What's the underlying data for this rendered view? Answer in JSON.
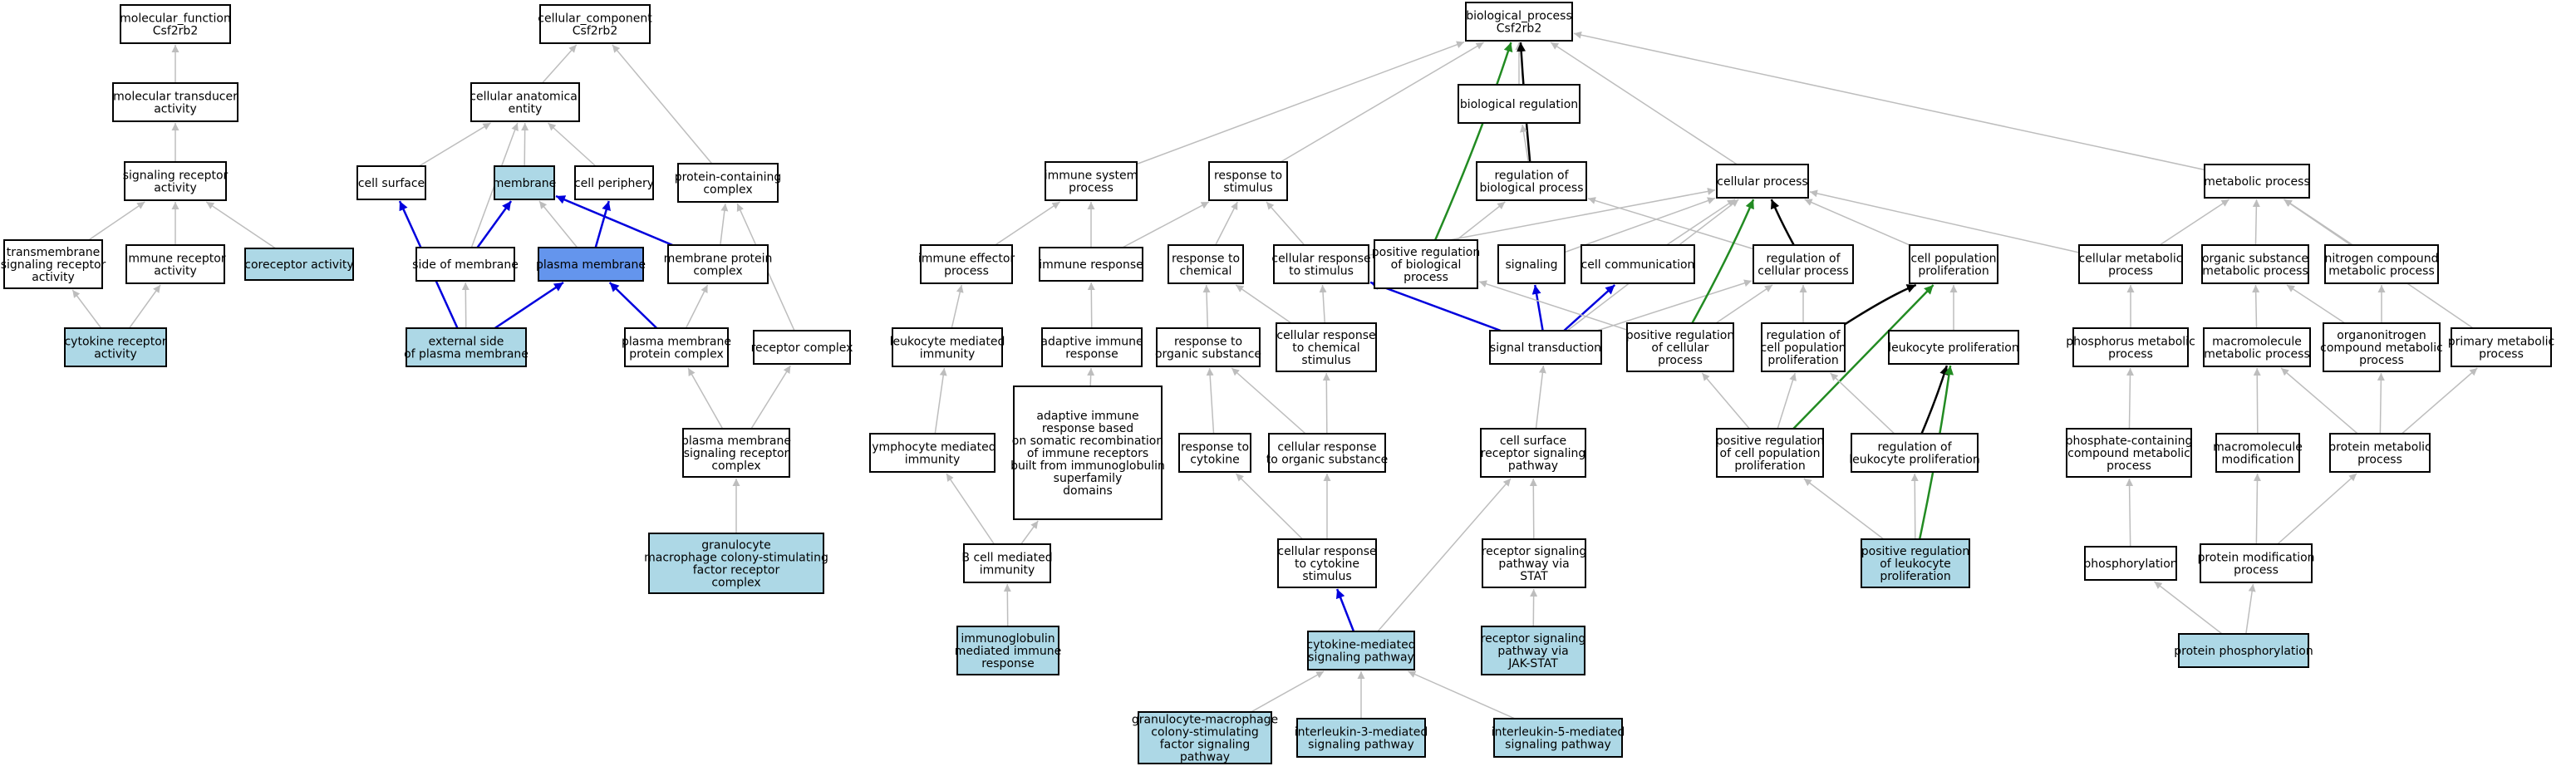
{
  "colors": {
    "plain": "#ffffff",
    "highlight": "#add8e6",
    "selected": "#6495ed",
    "edge_gray": "#bdbdbd",
    "edge_black": "#000000",
    "edge_blue": "#0000dd",
    "edge_green": "#228b22"
  },
  "nodes": [
    {
      "id": "mf",
      "lines": [
        "molecular_function",
        "Csf2rb2"
      ],
      "fill": "plain"
    },
    {
      "id": "mta",
      "lines": [
        "molecular transducer",
        "activity"
      ],
      "fill": "plain"
    },
    {
      "id": "sra",
      "lines": [
        "signaling receptor",
        "activity"
      ],
      "fill": "plain"
    },
    {
      "id": "tsra",
      "lines": [
        "transmembrane",
        "signaling receptor",
        "activity"
      ],
      "fill": "plain"
    },
    {
      "id": "ira",
      "lines": [
        "immune receptor",
        "activity"
      ],
      "fill": "plain"
    },
    {
      "id": "cora",
      "lines": [
        "coreceptor activity"
      ],
      "fill": "highlight"
    },
    {
      "id": "cyra",
      "lines": [
        "cytokine receptor",
        "activity"
      ],
      "fill": "highlight"
    },
    {
      "id": "cc",
      "lines": [
        "cellular_component",
        "Csf2rb2"
      ],
      "fill": "plain"
    },
    {
      "id": "cae",
      "lines": [
        "cellular anatomical",
        "entity"
      ],
      "fill": "plain"
    },
    {
      "id": "csurf",
      "lines": [
        "cell surface"
      ],
      "fill": "plain"
    },
    {
      "id": "memb",
      "lines": [
        "membrane"
      ],
      "fill": "highlight"
    },
    {
      "id": "cper",
      "lines": [
        "cell periphery"
      ],
      "fill": "plain"
    },
    {
      "id": "pcc",
      "lines": [
        "protein-containing",
        "complex"
      ],
      "fill": "plain"
    },
    {
      "id": "som",
      "lines": [
        "side of membrane"
      ],
      "fill": "plain"
    },
    {
      "id": "pm",
      "lines": [
        "plasma membrane"
      ],
      "fill": "selected"
    },
    {
      "id": "mpc",
      "lines": [
        "membrane protein",
        "complex"
      ],
      "fill": "plain"
    },
    {
      "id": "espm",
      "lines": [
        "external side",
        "of plasma membrane"
      ],
      "fill": "highlight"
    },
    {
      "id": "pmpc",
      "lines": [
        "plasma membrane",
        "protein complex"
      ],
      "fill": "plain"
    },
    {
      "id": "rc",
      "lines": [
        "receptor complex"
      ],
      "fill": "plain"
    },
    {
      "id": "pmsrc",
      "lines": [
        "plasma membrane",
        "signaling receptor",
        "complex"
      ],
      "fill": "plain"
    },
    {
      "id": "gmcsf",
      "lines": [
        "granulocyte",
        "macrophage colony-stimulating",
        "factor receptor",
        "complex"
      ],
      "fill": "highlight"
    },
    {
      "id": "bp",
      "lines": [
        "biological_process",
        "Csf2rb2"
      ],
      "fill": "plain"
    },
    {
      "id": "breg",
      "lines": [
        "biological regulation"
      ],
      "fill": "plain"
    },
    {
      "id": "isp",
      "lines": [
        "immune system",
        "process"
      ],
      "fill": "plain"
    },
    {
      "id": "rts",
      "lines": [
        "response to",
        "stimulus"
      ],
      "fill": "plain"
    },
    {
      "id": "rbp",
      "lines": [
        "regulation of",
        "biological process"
      ],
      "fill": "plain"
    },
    {
      "id": "cp",
      "lines": [
        "cellular process"
      ],
      "fill": "plain"
    },
    {
      "id": "mp",
      "lines": [
        "metabolic process"
      ],
      "fill": "plain"
    },
    {
      "id": "iep",
      "lines": [
        "immune effector",
        "process"
      ],
      "fill": "plain"
    },
    {
      "id": "ir",
      "lines": [
        "immune response"
      ],
      "fill": "plain"
    },
    {
      "id": "rtc",
      "lines": [
        "response to",
        "chemical"
      ],
      "fill": "plain"
    },
    {
      "id": "crs",
      "lines": [
        "cellular response",
        "to stimulus"
      ],
      "fill": "plain"
    },
    {
      "id": "prbp",
      "lines": [
        "positive regulation",
        "of biological",
        "process"
      ],
      "fill": "plain"
    },
    {
      "id": "sig",
      "lines": [
        "signaling"
      ],
      "fill": "plain"
    },
    {
      "id": "ccom",
      "lines": [
        "cell communication"
      ],
      "fill": "plain"
    },
    {
      "id": "rcp",
      "lines": [
        "regulation of",
        "cellular process"
      ],
      "fill": "plain"
    },
    {
      "id": "cpp",
      "lines": [
        "cell population",
        "proliferation"
      ],
      "fill": "plain"
    },
    {
      "id": "cmp",
      "lines": [
        "cellular metabolic",
        "process"
      ],
      "fill": "plain"
    },
    {
      "id": "osmp",
      "lines": [
        "organic substance",
        "metabolic process"
      ],
      "fill": "plain"
    },
    {
      "id": "ncmp",
      "lines": [
        "nitrogen compound",
        "metabolic process"
      ],
      "fill": "plain"
    },
    {
      "id": "lmi",
      "lines": [
        "leukocyte mediated",
        "immunity"
      ],
      "fill": "plain"
    },
    {
      "id": "air",
      "lines": [
        "adaptive immune",
        "response"
      ],
      "fill": "plain"
    },
    {
      "id": "rtos",
      "lines": [
        "response to",
        "organic substance"
      ],
      "fill": "plain"
    },
    {
      "id": "crcs",
      "lines": [
        "cellular response",
        "to chemical",
        "stimulus"
      ],
      "fill": "plain"
    },
    {
      "id": "st",
      "lines": [
        "signal transduction"
      ],
      "fill": "plain"
    },
    {
      "id": "prcp",
      "lines": [
        "positive regulation",
        "of cellular",
        "process"
      ],
      "fill": "plain"
    },
    {
      "id": "rcpp",
      "lines": [
        "regulation of",
        "cell population",
        "proliferation"
      ],
      "fill": "plain"
    },
    {
      "id": "lp",
      "lines": [
        "leukocyte proliferation"
      ],
      "fill": "plain"
    },
    {
      "id": "phmp",
      "lines": [
        "phosphorus metabolic",
        "process"
      ],
      "fill": "plain"
    },
    {
      "id": "mmp",
      "lines": [
        "macromolecule",
        "metabolic process"
      ],
      "fill": "plain"
    },
    {
      "id": "ocmp",
      "lines": [
        "organonitrogen",
        "compound metabolic",
        "process"
      ],
      "fill": "plain"
    },
    {
      "id": "pmp",
      "lines": [
        "primary metabolic",
        "process"
      ],
      "fill": "plain"
    },
    {
      "id": "airsr",
      "lines": [
        "adaptive immune",
        "response based",
        "on somatic recombination",
        "of immune receptors",
        "built from immunoglobulin",
        "superfamily",
        "domains"
      ],
      "fill": "plain"
    },
    {
      "id": "lymi",
      "lines": [
        "lymphocyte mediated",
        "immunity"
      ],
      "fill": "plain"
    },
    {
      "id": "rtcy",
      "lines": [
        "response to",
        "cytokine"
      ],
      "fill": "plain"
    },
    {
      "id": "crtos",
      "lines": [
        "cellular response",
        "to organic substance"
      ],
      "fill": "plain"
    },
    {
      "id": "csrsp",
      "lines": [
        "cell surface",
        "receptor signaling",
        "pathway"
      ],
      "fill": "plain"
    },
    {
      "id": "prcpp",
      "lines": [
        "positive regulation",
        "of cell population",
        "proliferation"
      ],
      "fill": "plain"
    },
    {
      "id": "rlp",
      "lines": [
        "regulation of",
        "leukocyte proliferation"
      ],
      "fill": "plain"
    },
    {
      "id": "pccmp",
      "lines": [
        "phosphate-containing",
        "compound metabolic",
        "process"
      ],
      "fill": "plain"
    },
    {
      "id": "mmod",
      "lines": [
        "macromolecule",
        "modification"
      ],
      "fill": "plain"
    },
    {
      "id": "prmp",
      "lines": [
        "protein metabolic",
        "process"
      ],
      "fill": "plain"
    },
    {
      "id": "bcmi",
      "lines": [
        "B cell mediated",
        "immunity"
      ],
      "fill": "plain"
    },
    {
      "id": "crtcs",
      "lines": [
        "cellular response",
        "to cytokine",
        "stimulus"
      ],
      "fill": "plain"
    },
    {
      "id": "rspst",
      "lines": [
        "receptor signaling",
        "pathway via",
        "STAT"
      ],
      "fill": "plain"
    },
    {
      "id": "prlp",
      "lines": [
        "positive regulation",
        "of leukocyte",
        "proliferation"
      ],
      "fill": "highlight"
    },
    {
      "id": "phos",
      "lines": [
        "phosphorylation"
      ],
      "fill": "plain"
    },
    {
      "id": "pmodp",
      "lines": [
        "protein modification",
        "process"
      ],
      "fill": "plain"
    },
    {
      "id": "imir",
      "lines": [
        "immunoglobulin",
        "mediated immune",
        "response"
      ],
      "fill": "highlight"
    },
    {
      "id": "cmsp",
      "lines": [
        "cytokine-mediated",
        "signaling pathway"
      ],
      "fill": "highlight"
    },
    {
      "id": "rspjs",
      "lines": [
        "receptor signaling",
        "pathway via",
        "JAK-STAT"
      ],
      "fill": "highlight"
    },
    {
      "id": "pp",
      "lines": [
        "protein phosphorylation"
      ],
      "fill": "highlight"
    },
    {
      "id": "gmcsfsp",
      "lines": [
        "granulocyte-macrophage",
        "colony-stimulating",
        "factor signaling",
        "pathway"
      ],
      "fill": "highlight"
    },
    {
      "id": "il3",
      "lines": [
        "interleukin-3-mediated",
        "signaling pathway"
      ],
      "fill": "highlight"
    },
    {
      "id": "il5",
      "lines": [
        "interleukin-5-mediated",
        "signaling pathway"
      ],
      "fill": "highlight"
    }
  ],
  "edges": [
    {
      "from": "mta",
      "to": "mf",
      "type": "gray"
    },
    {
      "from": "sra",
      "to": "mta",
      "type": "gray"
    },
    {
      "from": "tsra",
      "to": "sra",
      "type": "gray"
    },
    {
      "from": "ira",
      "to": "sra",
      "type": "gray"
    },
    {
      "from": "cora",
      "to": "sra",
      "type": "gray"
    },
    {
      "from": "cyra",
      "to": "tsra",
      "type": "gray"
    },
    {
      "from": "cyra",
      "to": "ira",
      "type": "gray"
    },
    {
      "from": "cae",
      "to": "cc",
      "type": "gray"
    },
    {
      "from": "pcc",
      "to": "cc",
      "type": "gray"
    },
    {
      "from": "csurf",
      "to": "cae",
      "type": "gray"
    },
    {
      "from": "memb",
      "to": "cae",
      "type": "gray"
    },
    {
      "from": "cper",
      "to": "cae",
      "type": "gray"
    },
    {
      "from": "som",
      "to": "cae",
      "type": "gray"
    },
    {
      "from": "som",
      "to": "memb",
      "type": "blue"
    },
    {
      "from": "pm",
      "to": "memb",
      "type": "gray"
    },
    {
      "from": "pm",
      "to": "cper",
      "type": "blue"
    },
    {
      "from": "mpc",
      "to": "memb",
      "type": "blue"
    },
    {
      "from": "mpc",
      "to": "pcc",
      "type": "gray"
    },
    {
      "from": "rc",
      "to": "pcc",
      "type": "gray"
    },
    {
      "from": "espm",
      "to": "csurf",
      "type": "blue"
    },
    {
      "from": "espm",
      "to": "som",
      "type": "gray"
    },
    {
      "from": "espm",
      "to": "pm",
      "type": "blue"
    },
    {
      "from": "pmpc",
      "to": "pm",
      "type": "blue"
    },
    {
      "from": "pmpc",
      "to": "mpc",
      "type": "gray"
    },
    {
      "from": "pmsrc",
      "to": "pmpc",
      "type": "gray"
    },
    {
      "from": "pmsrc",
      "to": "rc",
      "type": "gray"
    },
    {
      "from": "gmcsf",
      "to": "pmsrc",
      "type": "gray"
    },
    {
      "from": "breg",
      "to": "bp",
      "type": "gray"
    },
    {
      "from": "isp",
      "to": "bp",
      "type": "gray"
    },
    {
      "from": "rts",
      "to": "bp",
      "type": "gray"
    },
    {
      "from": "rbp",
      "to": "bp",
      "type": "black"
    },
    {
      "from": "cp",
      "to": "bp",
      "type": "gray"
    },
    {
      "from": "mp",
      "to": "bp",
      "type": "gray"
    },
    {
      "from": "prbp",
      "to": "bp",
      "type": "green"
    },
    {
      "from": "rbp",
      "to": "breg",
      "type": "gray"
    },
    {
      "from": "iep",
      "to": "isp",
      "type": "gray"
    },
    {
      "from": "ir",
      "to": "isp",
      "type": "gray"
    },
    {
      "from": "ir",
      "to": "rts",
      "type": "gray"
    },
    {
      "from": "rtc",
      "to": "rts",
      "type": "gray"
    },
    {
      "from": "crs",
      "to": "rts",
      "type": "gray"
    },
    {
      "from": "crs",
      "to": "cp",
      "type": "gray"
    },
    {
      "from": "prbp",
      "to": "rbp",
      "type": "gray"
    },
    {
      "from": "sig",
      "to": "cp",
      "type": "gray"
    },
    {
      "from": "ccom",
      "to": "cp",
      "type": "gray"
    },
    {
      "from": "rcp",
      "to": "rbp",
      "type": "gray"
    },
    {
      "from": "rcp",
      "to": "cp",
      "type": "black"
    },
    {
      "from": "cpp",
      "to": "cp",
      "type": "gray"
    },
    {
      "from": "cmp",
      "to": "cp",
      "type": "gray"
    },
    {
      "from": "cmp",
      "to": "mp",
      "type": "gray"
    },
    {
      "from": "osmp",
      "to": "mp",
      "type": "gray"
    },
    {
      "from": "ncmp",
      "to": "mp",
      "type": "gray"
    },
    {
      "from": "pmp",
      "to": "mp",
      "type": "gray"
    },
    {
      "from": "lmi",
      "to": "iep",
      "type": "gray"
    },
    {
      "from": "air",
      "to": "ir",
      "type": "gray"
    },
    {
      "from": "rtos",
      "to": "rtc",
      "type": "gray"
    },
    {
      "from": "crcs",
      "to": "rtc",
      "type": "gray"
    },
    {
      "from": "crcs",
      "to": "crs",
      "type": "gray"
    },
    {
      "from": "st",
      "to": "crs",
      "type": "blue"
    },
    {
      "from": "st",
      "to": "sig",
      "type": "blue"
    },
    {
      "from": "st",
      "to": "ccom",
      "type": "blue"
    },
    {
      "from": "st",
      "to": "rcp",
      "type": "gray"
    },
    {
      "from": "st",
      "to": "cp",
      "type": "gray"
    },
    {
      "from": "prcp",
      "to": "prbp",
      "type": "gray"
    },
    {
      "from": "prcp",
      "to": "rcp",
      "type": "gray"
    },
    {
      "from": "prcp",
      "to": "cp",
      "type": "green"
    },
    {
      "from": "rcpp",
      "to": "rcp",
      "type": "gray"
    },
    {
      "from": "rcpp",
      "to": "cpp",
      "type": "black"
    },
    {
      "from": "lp",
      "to": "cpp",
      "type": "gray"
    },
    {
      "from": "phmp",
      "to": "cmp",
      "type": "gray"
    },
    {
      "from": "mmp",
      "to": "osmp",
      "type": "gray"
    },
    {
      "from": "ocmp",
      "to": "osmp",
      "type": "gray"
    },
    {
      "from": "ocmp",
      "to": "ncmp",
      "type": "gray"
    },
    {
      "from": "lymi",
      "to": "lmi",
      "type": "gray"
    },
    {
      "from": "airsr",
      "to": "air",
      "type": "gray"
    },
    {
      "from": "rtcy",
      "to": "rtos",
      "type": "gray"
    },
    {
      "from": "crtos",
      "to": "rtos",
      "type": "gray"
    },
    {
      "from": "crtos",
      "to": "crcs",
      "type": "gray"
    },
    {
      "from": "csrsp",
      "to": "st",
      "type": "gray"
    },
    {
      "from": "prcpp",
      "to": "prcp",
      "type": "gray"
    },
    {
      "from": "prcpp",
      "to": "rcpp",
      "type": "gray"
    },
    {
      "from": "prcpp",
      "to": "cpp",
      "type": "green"
    },
    {
      "from": "rlp",
      "to": "rcpp",
      "type": "gray"
    },
    {
      "from": "rlp",
      "to": "lp",
      "type": "black"
    },
    {
      "from": "pccmp",
      "to": "phmp",
      "type": "gray"
    },
    {
      "from": "mmod",
      "to": "mmp",
      "type": "gray"
    },
    {
      "from": "prmp",
      "to": "mmp",
      "type": "gray"
    },
    {
      "from": "prmp",
      "to": "ocmp",
      "type": "gray"
    },
    {
      "from": "prmp",
      "to": "pmp",
      "type": "gray"
    },
    {
      "from": "bcmi",
      "to": "lymi",
      "type": "gray"
    },
    {
      "from": "bcmi",
      "to": "airsr",
      "type": "gray"
    },
    {
      "from": "crtcs",
      "to": "rtcy",
      "type": "gray"
    },
    {
      "from": "crtcs",
      "to": "crtos",
      "type": "gray"
    },
    {
      "from": "rspst",
      "to": "csrsp",
      "type": "gray"
    },
    {
      "from": "prlp",
      "to": "prcpp",
      "type": "gray"
    },
    {
      "from": "prlp",
      "to": "rlp",
      "type": "gray"
    },
    {
      "from": "prlp",
      "to": "lp",
      "type": "green"
    },
    {
      "from": "phos",
      "to": "pccmp",
      "type": "gray"
    },
    {
      "from": "pmodp",
      "to": "mmod",
      "type": "gray"
    },
    {
      "from": "pmodp",
      "to": "prmp",
      "type": "gray"
    },
    {
      "from": "imir",
      "to": "bcmi",
      "type": "gray"
    },
    {
      "from": "cmsp",
      "to": "crtcs",
      "type": "blue"
    },
    {
      "from": "cmsp",
      "to": "csrsp",
      "type": "gray"
    },
    {
      "from": "rspjs",
      "to": "rspst",
      "type": "gray"
    },
    {
      "from": "pp",
      "to": "phos",
      "type": "gray"
    },
    {
      "from": "pp",
      "to": "pmodp",
      "type": "gray"
    },
    {
      "from": "gmcsfsp",
      "to": "cmsp",
      "type": "gray"
    },
    {
      "from": "il3",
      "to": "cmsp",
      "type": "gray"
    },
    {
      "from": "il5",
      "to": "cmsp",
      "type": "gray"
    }
  ]
}
